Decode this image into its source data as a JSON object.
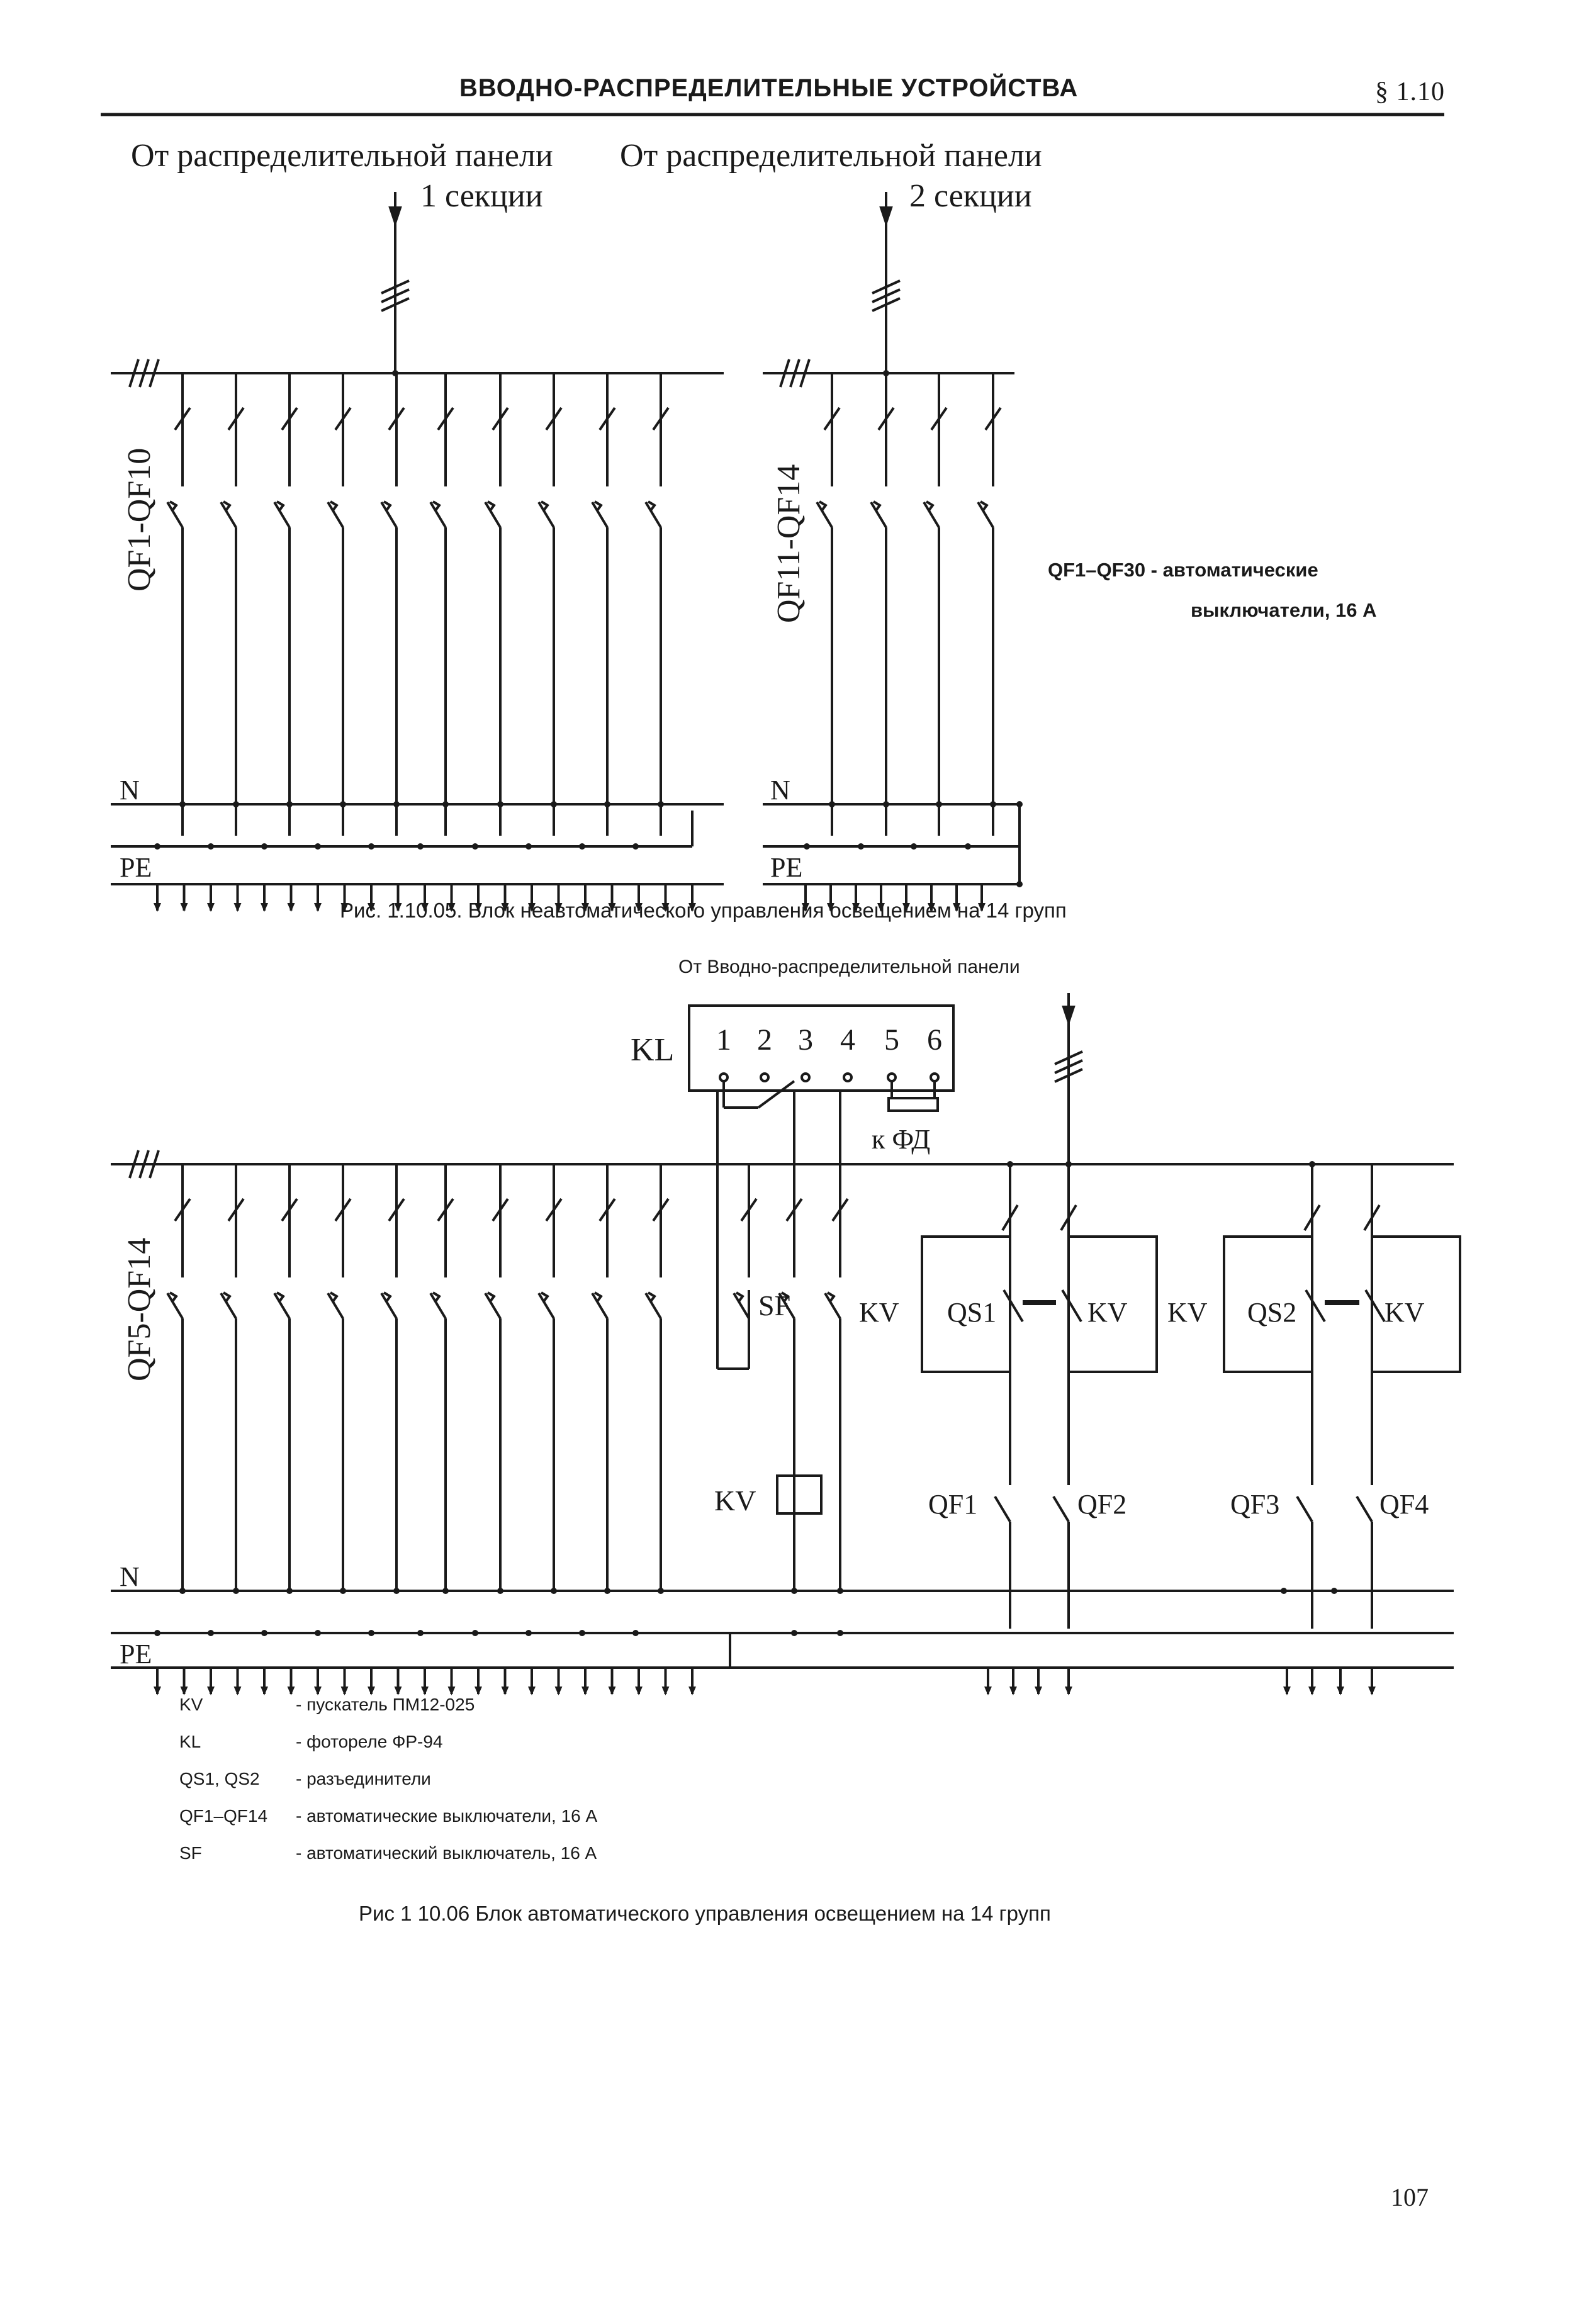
{
  "header": {
    "title": "ВВОДНО-РАСПРЕДЕЛИТЕЛЬНЫЕ УСТРОЙСТВА",
    "section": "§ 1.10"
  },
  "fig1": {
    "source1_line1": "От распределительной панели",
    "source1_line2": "1 секции",
    "source2_line1": "От распределительной панели",
    "source2_line2": "2 секции",
    "group1_label": "QF1-QF10",
    "group2_label": "QF11-QF14",
    "note_line1": "QF1–QF30 - автоматические",
    "note_line2": "выключатели, 16 А",
    "bus_n": "N",
    "bus_pe": "PE",
    "caption": "Рис. 1.10.05. Блок неавтоматического управления освещением на 14 групп"
  },
  "fig2": {
    "source": "От Вводно-распределительной панели",
    "relay_label": "KL",
    "relay_terminals": [
      "1",
      "2",
      "3",
      "4",
      "5",
      "6"
    ],
    "photo_label": "к ФД",
    "group_label": "QF5-QF14",
    "sf_label": "SF",
    "kv_coil_label": "KV",
    "kv1": "KV",
    "qs1": "QS1",
    "kv2": "KV",
    "kv3": "KV",
    "qs2": "QS2",
    "kv4": "KV",
    "qf1": "QF1",
    "qf2": "QF2",
    "qf3": "QF3",
    "qf4": "QF4",
    "bus_n": "N",
    "bus_pe": "PE",
    "caption": "Рис 1 10.06 Блок автоматического управления освещением на 14 групп"
  },
  "legend": [
    {
      "code": "KV",
      "desc": "- пускатель ПМ12-025"
    },
    {
      "code": "KL",
      "desc": "- фотореле ФР-94"
    },
    {
      "code": "QS1, QS2",
      "desc": "- разъединители"
    },
    {
      "code": "QF1–QF14",
      "desc": "- автоматические выключатели, 16 А"
    },
    {
      "code": "SF",
      "desc": "- автоматический выключатель, 16 А"
    }
  ],
  "page_number": "107"
}
